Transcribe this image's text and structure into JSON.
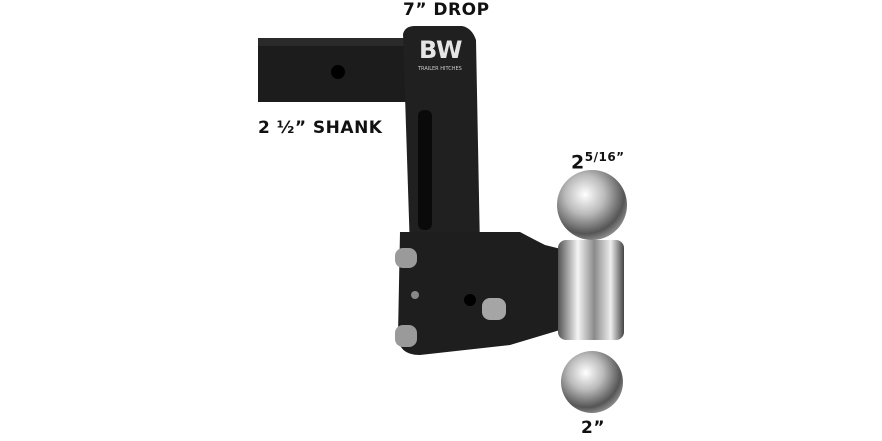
{
  "labels": {
    "drop": "7” DROP",
    "shank": "2 ½” SHANK",
    "ball_large_whole": "2",
    "ball_large_fraction": "5/16”",
    "ball_small": "2”"
  },
  "logo": {
    "brand": "BW",
    "subtext": "TRAILER HITCHES"
  },
  "colors": {
    "body": "#1a1a1a",
    "chrome": "#c8c8c8",
    "background": "#ffffff"
  }
}
